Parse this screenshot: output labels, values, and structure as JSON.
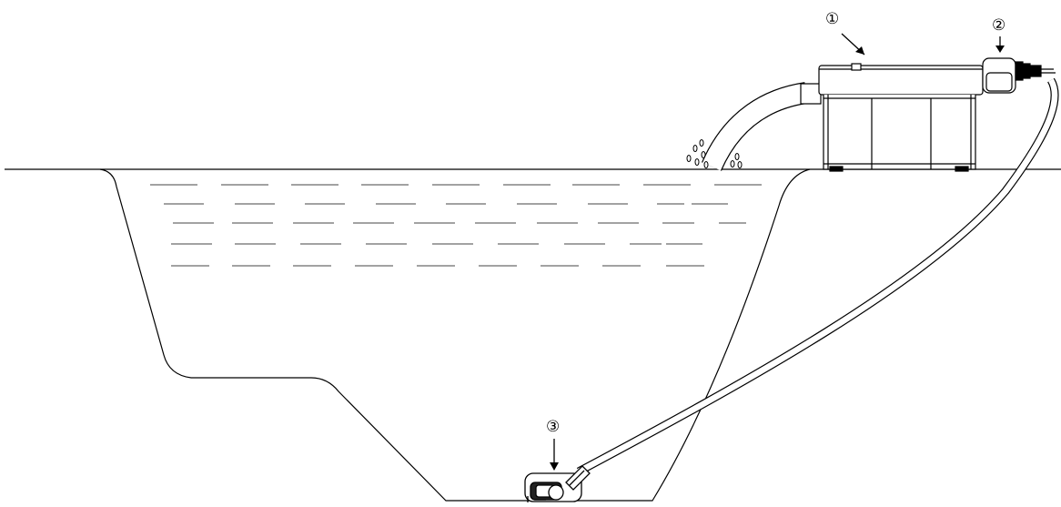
{
  "callouts": [
    {
      "label": "①"
    },
    {
      "label": "②"
    },
    {
      "label": "③"
    }
  ],
  "colors": {
    "line": "#000000",
    "water_dash": "#444444",
    "hose_fill": "#ffffff",
    "device_fill": "#ffffff",
    "device_shadow": "#222222"
  },
  "icons": {
    "filter_box": "pond-filter-box-icon",
    "uv_unit": "uv-clarifier-unit-icon",
    "pump": "submersible-pump-icon"
  }
}
